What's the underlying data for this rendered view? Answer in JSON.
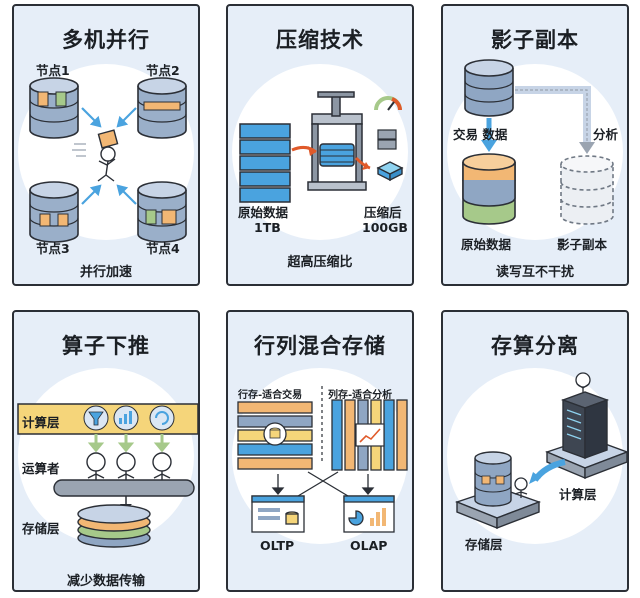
{
  "panels": {
    "parallel": {
      "title": "多机并行",
      "nodes": [
        "节点1",
        "节点2",
        "节点3",
        "节点4"
      ],
      "footer": "并行加速"
    },
    "compression": {
      "title": "压缩技术",
      "raw_label": "原始数据",
      "raw_size": "1TB",
      "compressed_label": "压缩后",
      "compressed_size": "100GB",
      "footer": "超高压缩比"
    },
    "shadow": {
      "title": "影子副本",
      "trade_label": "交易 数据",
      "analysis_label": "分析",
      "original_label": "原始数据",
      "replica_label": "影子副本",
      "footer": "读写互不干扰"
    },
    "pushdown": {
      "title": "算子下推",
      "compute_layer": "计算层",
      "operator": "运算者",
      "storage_layer": "存储层",
      "footer": "减少数据传输"
    },
    "hybrid": {
      "title": "行列混合存储",
      "row_store": "行存-适合交易",
      "col_store": "列存-适合分析",
      "oltp": "OLTP",
      "olap": "OLAP"
    },
    "separation": {
      "title": "存算分离",
      "compute_layer": "计算层",
      "storage_layer": "存储层"
    }
  },
  "colors": {
    "card_bg": "#e6eef8",
    "outline": "#2b2f36",
    "cyl_blue": "#8fa6c3",
    "accent_blue": "#4aa3df",
    "orange": "#f2b774",
    "green": "#a6c98a",
    "yellow": "#f5d57a"
  }
}
